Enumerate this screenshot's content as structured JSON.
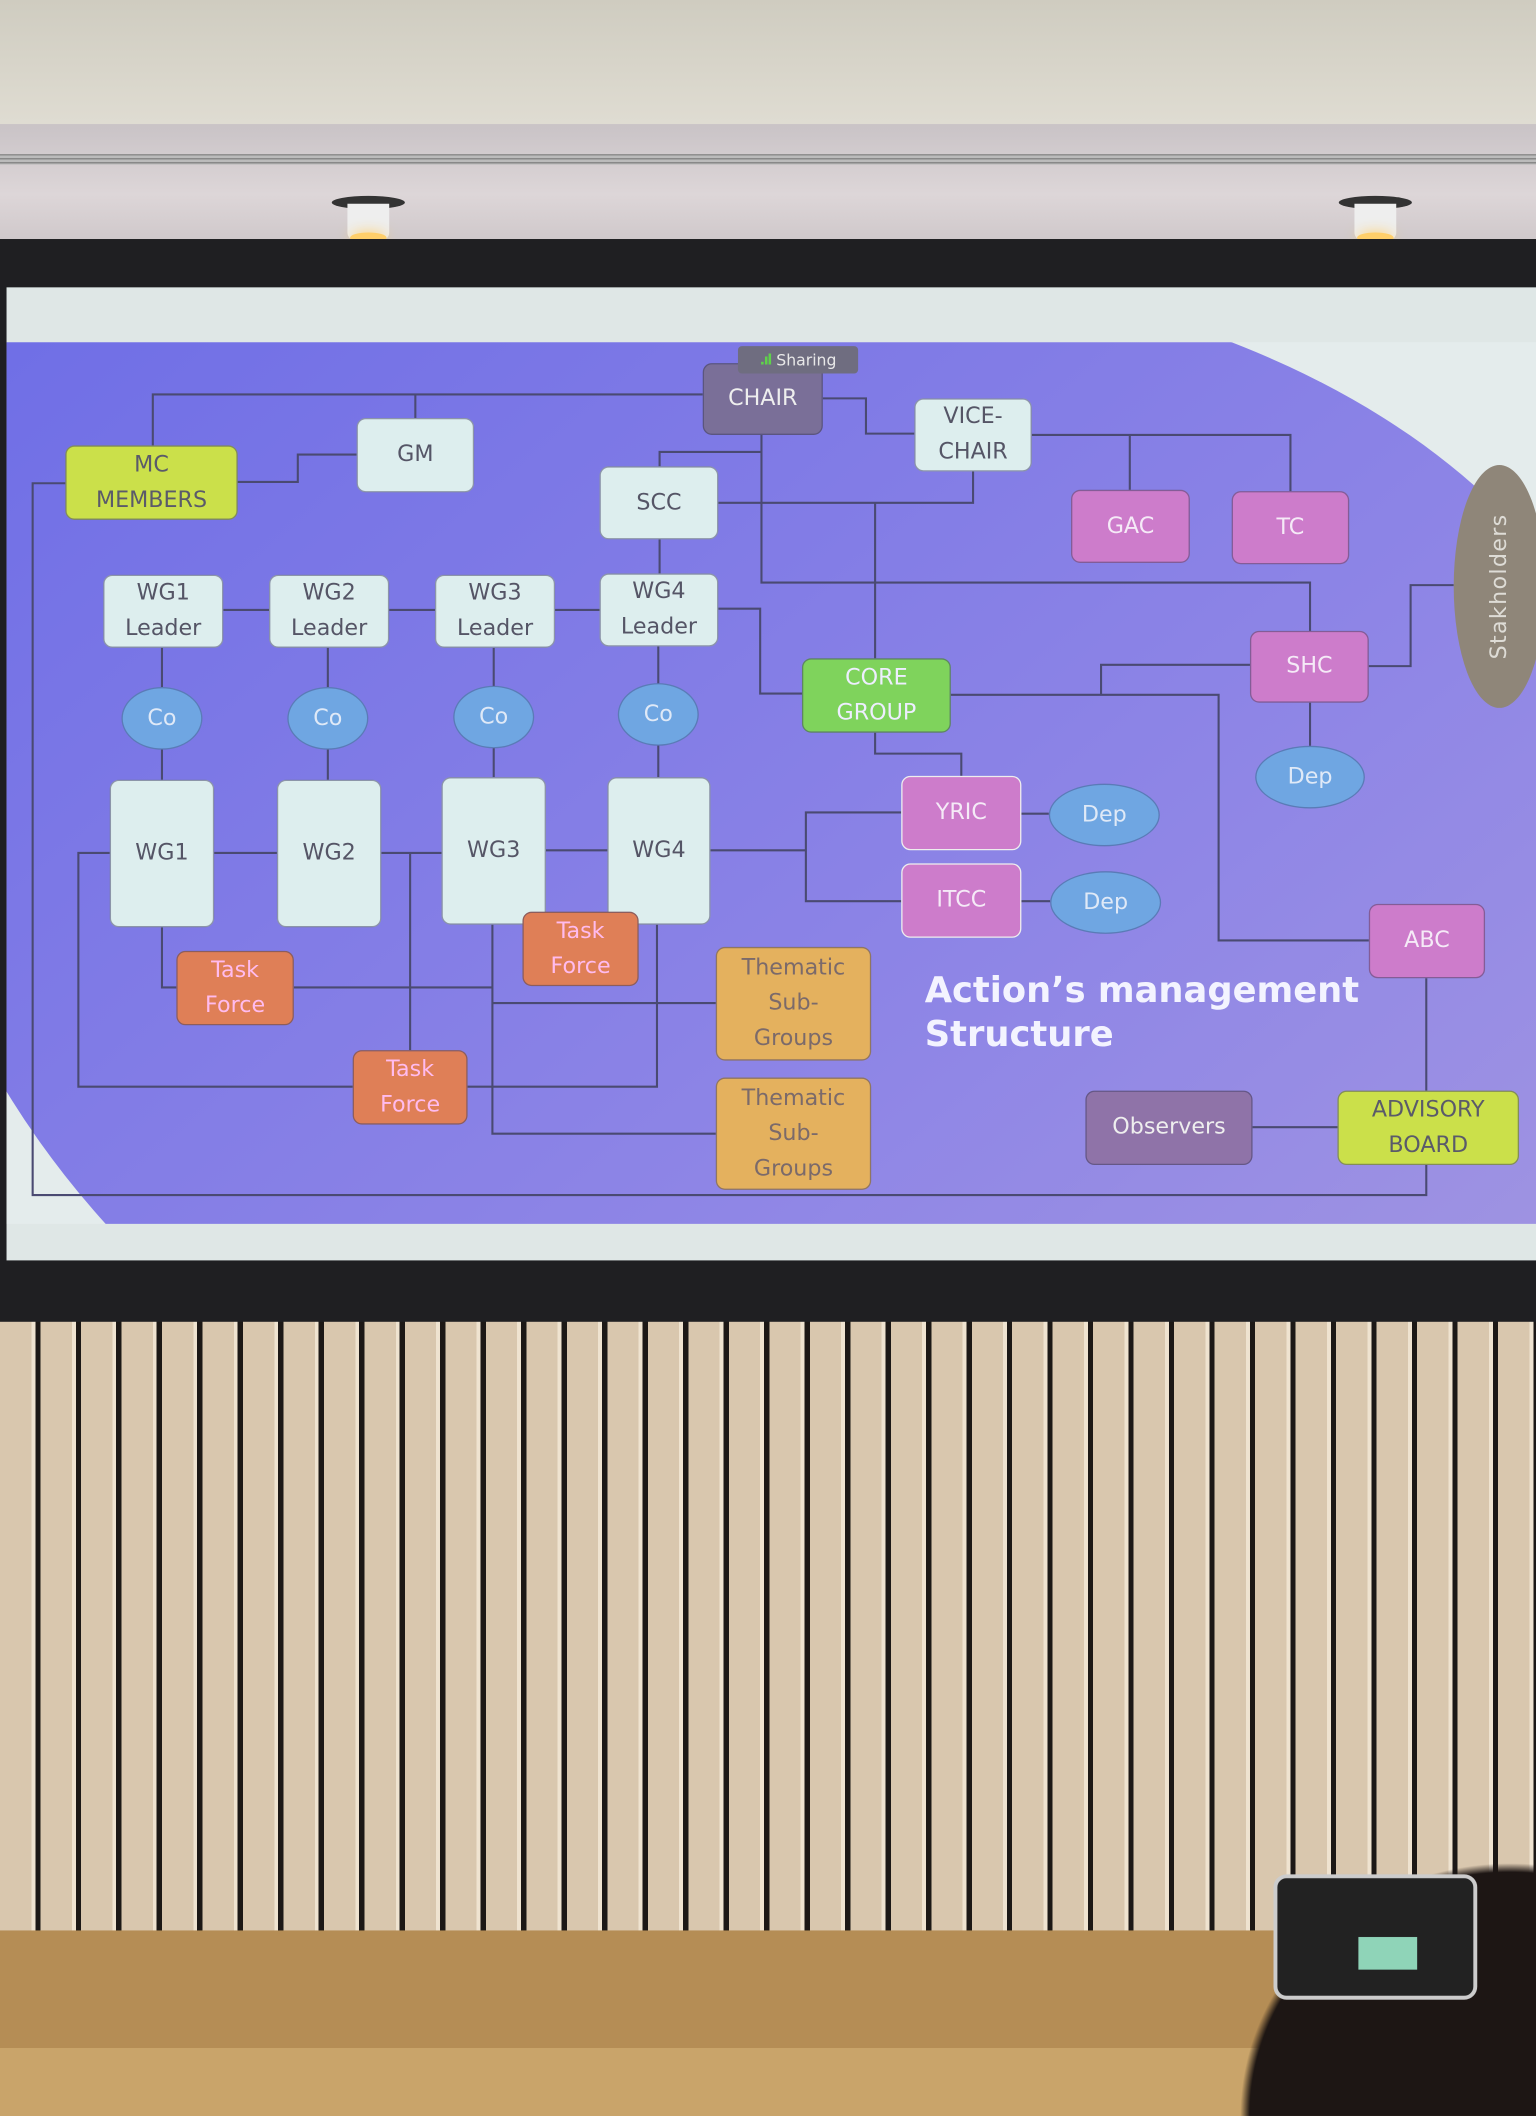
{
  "sharing_badge": {
    "icon": "signal-bars-icon",
    "label": "Sharing"
  },
  "nodes": {
    "chair": "CHAIR",
    "vice_chair": "VICE-\nCHAIR",
    "mc_members": "MC\nMEMBERS",
    "gm": "GM",
    "scc": "SCC",
    "gac": "GAC",
    "tc": "TC",
    "stakeholders": "Stakholders",
    "wg1_leader": "WG1\nLeader",
    "wg2_leader": "WG2\nLeader",
    "wg3_leader": "WG3\nLeader",
    "wg4_leader": "WG4\nLeader",
    "co": "Co",
    "core_group": "CORE\nGROUP",
    "shc": "SHC",
    "dep": "Dep",
    "wg1": "WG1",
    "wg2": "WG2",
    "wg3": "WG3",
    "wg4": "WG4",
    "yric": "YRIC",
    "itcc": "ITCC",
    "abc": "ABC",
    "task_force": "Task\nForce",
    "thematic_sub_groups": "Thematic\nSub-\nGroups",
    "observers": "Observers",
    "advisory_board": "ADVISORY\nBOARD"
  },
  "title": "Action’s management\nStructure",
  "colors": {
    "slide_blue": "#6c6ce6",
    "pink": "#cd7ccb",
    "yellow_green": "#cbe04a",
    "green": "#7fd35c",
    "orange": "#df7f57",
    "tan": "#e4b15e",
    "ellipse_blue": "#6fa6e2"
  }
}
